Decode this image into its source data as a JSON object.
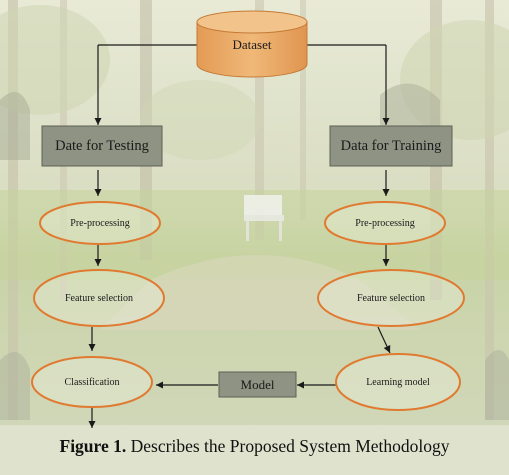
{
  "nodes": {
    "dataset": "Dataset",
    "testing": "Date for Testing",
    "training": "Data for Training",
    "preprocessing_left": "Pre-processing",
    "preprocessing_right": "Pre-processing",
    "feature_left": "Feature selection",
    "feature_right": "Feature selection",
    "classification": "Classification",
    "model": "Model",
    "learning_model": "Learning model"
  },
  "caption": {
    "label": "Figure 1.",
    "text": " Describes the Proposed System Methodology"
  },
  "colors": {
    "rect_fill": "#8f9383",
    "ellipse_stroke": "#e07a30",
    "cylinder_fill": "#e8a865",
    "arrow": "#1a1a1a"
  }
}
